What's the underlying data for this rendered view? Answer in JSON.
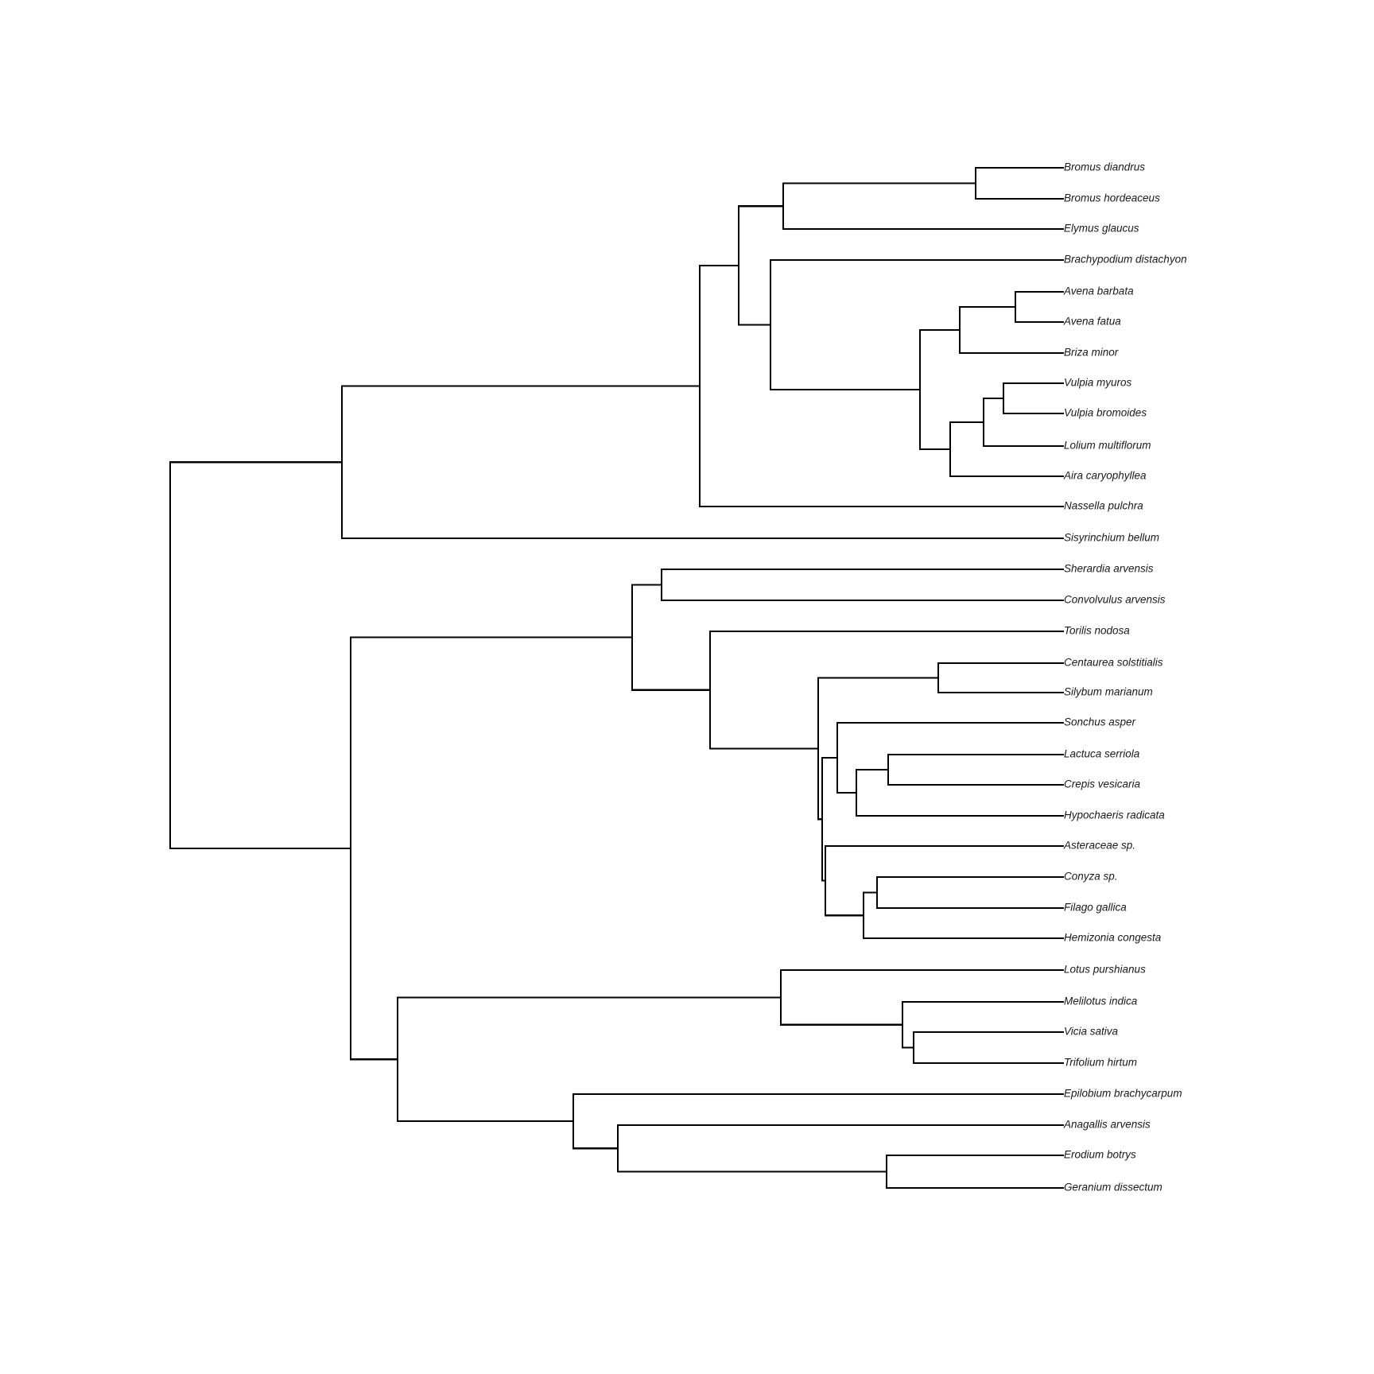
{
  "diagram": {
    "type": "phylogenetic-tree",
    "orientation": "left-to-right",
    "line_color": "#000000",
    "label_color": "#1a1a1a",
    "taxa": [
      "Bromus diandrus",
      "Bromus hordeaceus",
      "Elymus glaucus",
      "Brachypodium distachyon",
      "Avena barbata",
      "Avena fatua",
      "Briza minor",
      "Vulpia myuros",
      "Vulpia bromoides",
      "Lolium multiflorum",
      "Aira caryophyllea",
      "Nassella pulchra",
      "Sisyrinchium bellum",
      "Sherardia arvensis",
      "Convolvulus arvensis",
      "Torilis nodosa",
      "Centaurea solstitialis",
      "Silybum marianum",
      "Sonchus asper",
      "Lactuca serriola",
      "Crepis vesicaria",
      "Hypochaeris radicata",
      "Asteraceae sp.",
      "Conyza sp.",
      "Filago gallica",
      "Hemizonia congesta",
      "Lotus purshianus",
      "Melilotus indica",
      "Vicia sativa",
      "Trifolium hirtum",
      "Epilobium brachycarpum",
      "Anagallis arvensis",
      "Erodium botrys",
      "Geranium dissectum"
    ],
    "topology": [
      [
        [
          [
            [
              [
                "Bromus diandrus",
                "Bromus hordeaceus"
              ],
              "Elymus glaucus"
            ],
            [
              "Brachypodium distachyon",
              [
                [
                  [
                    "Avena barbata",
                    "Avena fatua"
                  ],
                  "Briza minor"
                ],
                [
                  [
                    [
                      "Vulpia myuros",
                      "Vulpia bromoides"
                    ],
                    "Lolium multiflorum"
                  ],
                  "Aira caryophyllea"
                ]
              ]
            ]
          ],
          "Nassella pulchra"
        ],
        "Sisyrinchium bellum"
      ],
      [
        [
          [
            "Sherardia arvensis",
            "Convolvulus arvensis"
          ],
          [
            "Torilis nodosa",
            [
              [
                "Centaurea solstitialis",
                "Silybum marianum"
              ],
              [
                [
                  "Sonchus asper",
                  [
                    [
                      "Lactuca serriola",
                      "Crepis vesicaria"
                    ],
                    "Hypochaeris radicata"
                  ]
                ],
                [
                  "Asteraceae sp.",
                  [
                    [
                      "Conyza sp.",
                      "Filago gallica"
                    ],
                    "Hemizonia congesta"
                  ]
                ]
              ]
            ]
          ]
        ],
        [
          [
            "Lotus purshianus",
            [
              "Melilotus indica",
              [
                "Vicia sativa",
                "Trifolium hirtum"
              ]
            ]
          ],
          [
            "Epilobium brachycarpum",
            [
              "Anagallis arvensis",
              [
                "Erodium botrys",
                "Geranium dissectum"
              ]
            ]
          ]
        ]
      ]
    ]
  }
}
